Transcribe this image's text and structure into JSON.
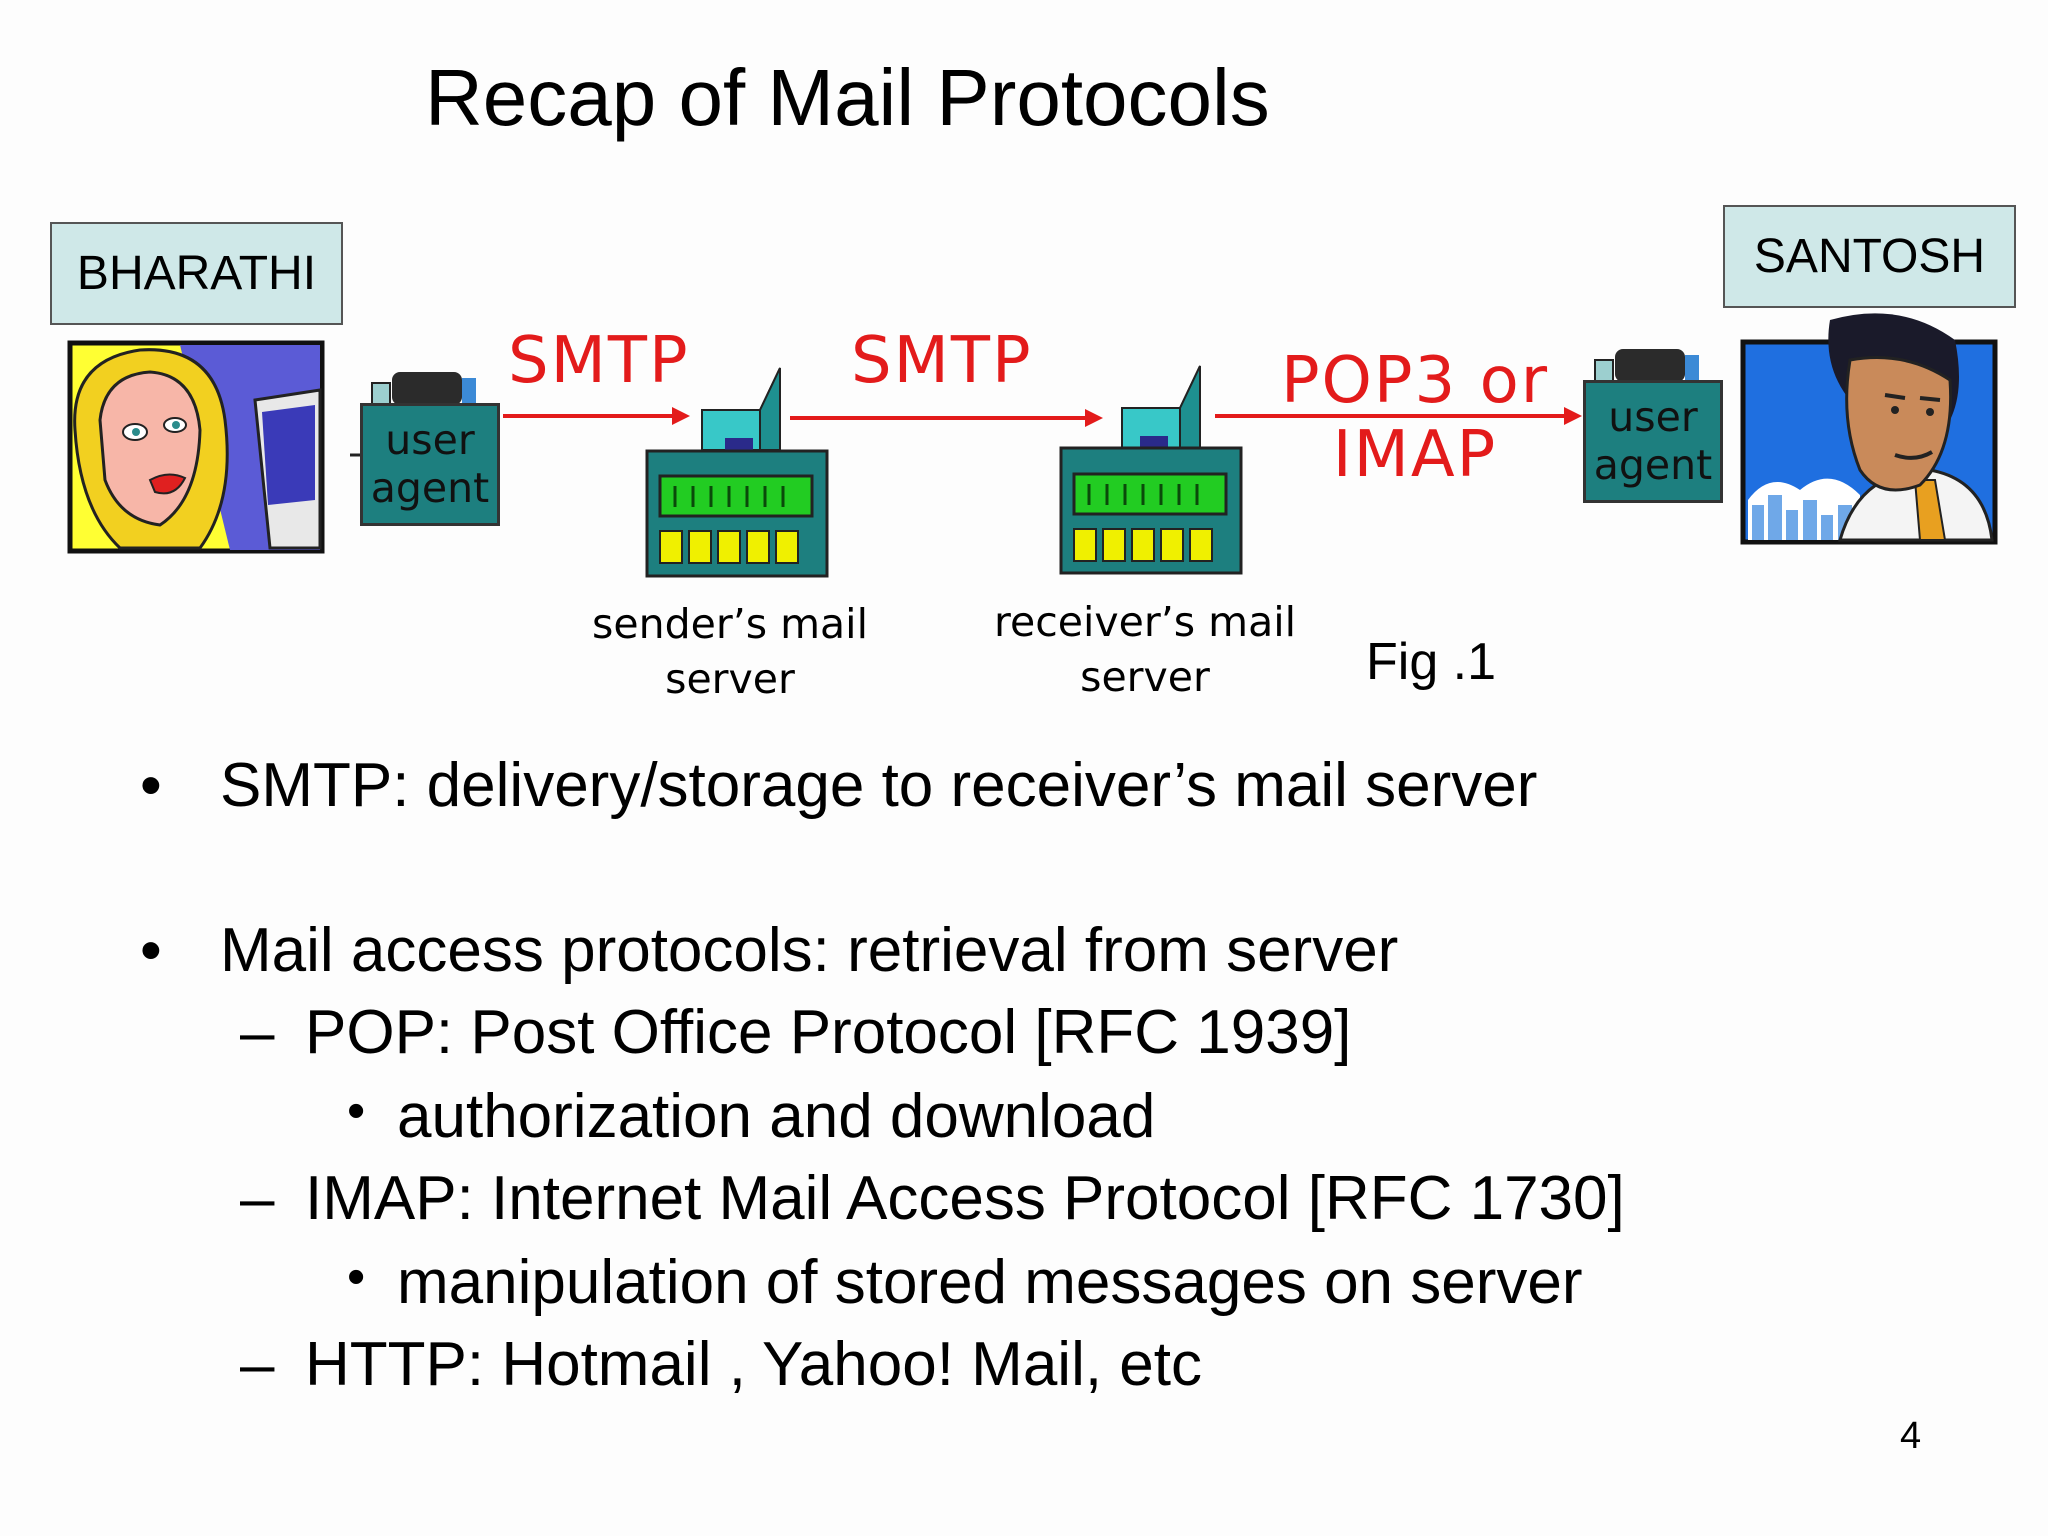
{
  "title": "Recap of Mail Protocols",
  "diagram": {
    "sender_name": "BHARATHI",
    "receiver_name": "SANTOSH",
    "user_agent_sender": [
      "user",
      "agent"
    ],
    "user_agent_receiver": [
      "user",
      "agent"
    ],
    "protocol_1": "SMTP",
    "protocol_2": "SMTP",
    "protocol_3_line1": "POP3 or",
    "protocol_3_line2": "IMAP",
    "sender_server_caption": [
      "sender’s mail",
      "server"
    ],
    "receiver_server_caption": [
      "receiver’s mail",
      "server"
    ],
    "figure_label": "Fig .1",
    "colors": {
      "protocol_text": "#e31b1b",
      "name_box": "#cfe8e8",
      "user_agent": "#1d7f7f",
      "server_body": "#1d7f7f",
      "server_display": "#22cc22",
      "server_slots": "#f0f000"
    },
    "icons": [
      "woman-at-computer-icon",
      "man-portrait-icon",
      "mail-server-icon",
      "computer-monitor-icon"
    ]
  },
  "bullets": {
    "smtp": "SMTP: delivery/storage to receiver’s mail server",
    "access": "Mail access protocols: retrieval from server",
    "pop": "POP: Post Office Protocol [RFC 1939]",
    "pop_detail": "authorization and download",
    "imap": "IMAP: Internet Mail Access Protocol [RFC 1730]",
    "imap_detail": "manipulation of stored messages on server",
    "http": "HTTP: Hotmail , Yahoo! Mail, etc",
    "bullet_symbol": "•",
    "dash_symbol": "–"
  },
  "page_number": "4"
}
